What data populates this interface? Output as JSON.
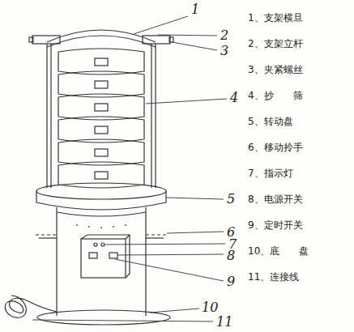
{
  "diagram": {
    "labels": [
      "1",
      "2",
      "3",
      "4",
      "5",
      "6",
      "7",
      "8",
      "9",
      "10",
      "11",
      "1、支架横旦",
      "2、支架立杆",
      "3、夹紧螺丝",
      "4、抄　　筛",
      "5、转动盘",
      "6、移动拎手",
      "7、指示灯",
      "8、电源开关",
      "9、定时开关",
      "10、底　　盘",
      "11、连接线"
    ]
  }
}
